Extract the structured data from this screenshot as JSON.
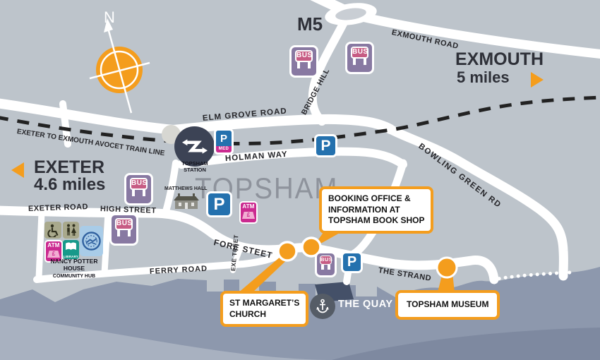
{
  "map": {
    "town_label": "TOPSHAM",
    "motorway_label": "M5",
    "compass_label": "N"
  },
  "colors": {
    "accent_orange": "#F49D1D",
    "bus_purple": "#8879A2",
    "bus_pink": "#C75C84",
    "parking_blue": "#2471AE",
    "atm_magenta": "#CB2A90",
    "atm_pink": "#F2AED3",
    "hub_bg": "#A9CCE8",
    "hub_blue": "#2E5F9E",
    "khaki": "#A9A98C",
    "khaki_dark": "#30301E",
    "library_teal": "#17998A",
    "station_navy": "#3C4355",
    "quay_gray": "#555C66",
    "land": "#BDC4CB",
    "water": "#8D98AD",
    "water_light": "#A8B1C0",
    "water_dark": "#7E89A0",
    "road_white": "#FFFFFF",
    "train_black": "#222222",
    "town_text": "#8E939C",
    "label_dark": "#26262A"
  },
  "distances": {
    "exmouth_name": "EXMOUTH",
    "exmouth_distance": "5 miles",
    "exeter_name": "EXETER",
    "exeter_distance": "4.6 miles"
  },
  "roads": {
    "exmouth_road": "EXMOUTH ROAD",
    "bridge_hill": "BRIDGE HILL",
    "elm_grove_road": "ELM GROVE ROAD",
    "holman_way": "HOLMAN WAY",
    "bowling_green_rd": "BOWLING GREEN RD",
    "exeter_road": "EXETER ROAD",
    "high_street": "HIGH STREET",
    "fore_street": "FORE STEET",
    "exe_street": "EXE TREET",
    "ferry_road": "FERRY ROAD",
    "the_strand": "THE STRAND"
  },
  "train_line_label": "EXETER TO EXMOUTH AVOCET TRAIN LINE",
  "station": {
    "line1": "TOPSHAM",
    "line2": "STATION"
  },
  "quay_label": "THE QUAY",
  "places": {
    "matthews_hall": "MATTHEWS HALL",
    "nancy_potter_line1": "NANCY POTTER",
    "nancy_potter_line2": "HOUSE",
    "nancy_potter_line3": "COMMUNITY HUB"
  },
  "callouts": {
    "booking_line1": "BOOKING OFFICE &",
    "booking_line2": "INFORMATION AT",
    "booking_line3": "TOPSHAM BOOK SHOP",
    "church_line1": "ST MARGARET’S",
    "church_line2": "CHURCH",
    "museum": "TOPSHAM MUSEUM"
  },
  "icon_labels": {
    "bus": "BUS",
    "parking": "P",
    "med": "MED",
    "atm": "ATM",
    "pound": "£",
    "library": "LIBRARY"
  }
}
